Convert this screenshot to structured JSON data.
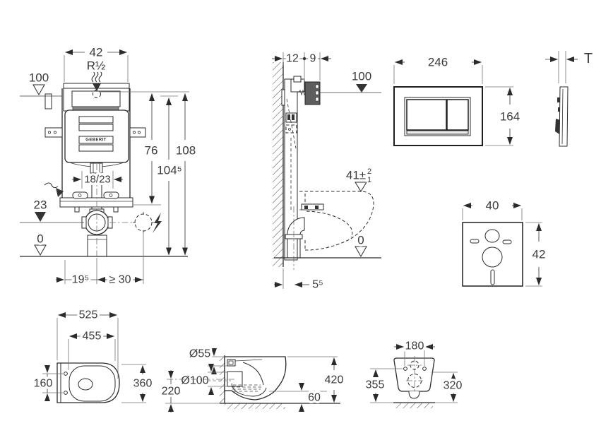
{
  "drawing": {
    "kind": "wc-concealed-cistern-installation-dimensions",
    "colors": {
      "line": "#2b2b2b",
      "text": "#3a3a3a",
      "protection_box": "#5e5e5e",
      "background": "#ffffff"
    },
    "views": {
      "frame_front": {
        "width": "42",
        "supply_thread": "R½",
        "level_supply": "100",
        "dim_upper": "76",
        "dim_total": "108",
        "dim_mid": "104⁵",
        "outlet_offset": "18/23",
        "level_outlet": "23",
        "level_floor": "0",
        "dist_left": "19⁵",
        "dist_min": "≥ 30",
        "brand": "GEBERIT"
      },
      "wall_section": {
        "depth_frame": "12",
        "depth_box": "9",
        "level_box": "100",
        "rim_base": "41±",
        "rim_tol_plus": "2",
        "rim_tol_minus": "1",
        "level_floor": "0",
        "outlet_wall_dist": "5⁵"
      },
      "flush_plate": {
        "width": "246",
        "height": "164",
        "thickness": "T"
      },
      "sound_pad": {
        "width": "40",
        "height": "42"
      },
      "wc_top": {
        "length": "525",
        "inner_length": "455",
        "hole_spacing": "160",
        "width": "360"
      },
      "wc_side": {
        "inlet_dia": "Ø55",
        "outlet_dia": "Ø100",
        "outlet_height": "220",
        "height": "420",
        "clearance": "60"
      },
      "wc_rear": {
        "hole_spacing": "180",
        "height_left": "355",
        "height_right": "320"
      }
    }
  }
}
